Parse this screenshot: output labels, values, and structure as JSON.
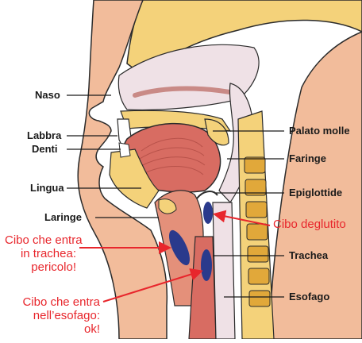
{
  "labels": {
    "naso": "Naso",
    "labbra": "Labbra",
    "denti": "Denti",
    "lingua": "Lingua",
    "laringe": "Laringe",
    "palato_molle": "Palato molle",
    "faringe": "Faringe",
    "epiglottide": "Epiglottide",
    "trachea": "Trachea",
    "esofago": "Esofago"
  },
  "annotations": {
    "cibo_deglutito": "Cibo deglutito",
    "trachea_line1": "Cibo che entra",
    "trachea_line2": "in trachea:",
    "trachea_line3": "pericolo!",
    "esofago_line1": "Cibo che entra",
    "esofago_line2": "nell’esofago:",
    "esofago_line3": "ok!"
  },
  "colors": {
    "skin": "#f2bc9b",
    "bone": "#f4d27a",
    "bone_dark": "#e1a83a",
    "tissue": "#e4907a",
    "tongue": "#d86c62",
    "cavity": "#efe1e6",
    "outline": "#2b2b2b",
    "food": "#2a3a8c",
    "alert": "#e8262c"
  }
}
